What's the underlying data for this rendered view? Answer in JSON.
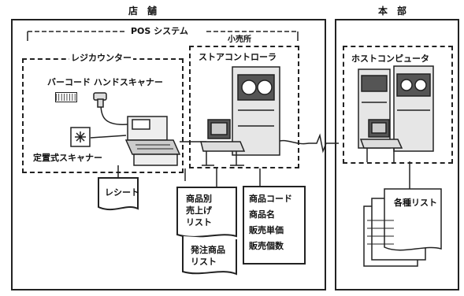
{
  "sections": {
    "store": "店　舗",
    "head_office": "本　部"
  },
  "groups": {
    "pos_system": "POS システム",
    "register_counter": "レジカウンター",
    "sub_office": "小売所"
  },
  "devices": {
    "barcode_scanner": "バーコード ハンドスキャナー",
    "barcode_tag": "|||||||||||",
    "fixed_scanner": "定置式スキャナー",
    "store_controller": "ストアコントローラ",
    "host_computer": "ホストコンピュータ"
  },
  "documents": {
    "receipt": "レシート",
    "sales_by_product_line1": "商品別",
    "sales_by_product_line2": "売上げ",
    "sales_by_product_line3": "リスト",
    "order_list_line1": "発注商品",
    "order_list_line2": "リスト",
    "master_items": [
      "商品コード",
      "商品名",
      "販売単価",
      "販売個数"
    ],
    "various_lists": "各種リスト"
  }
}
